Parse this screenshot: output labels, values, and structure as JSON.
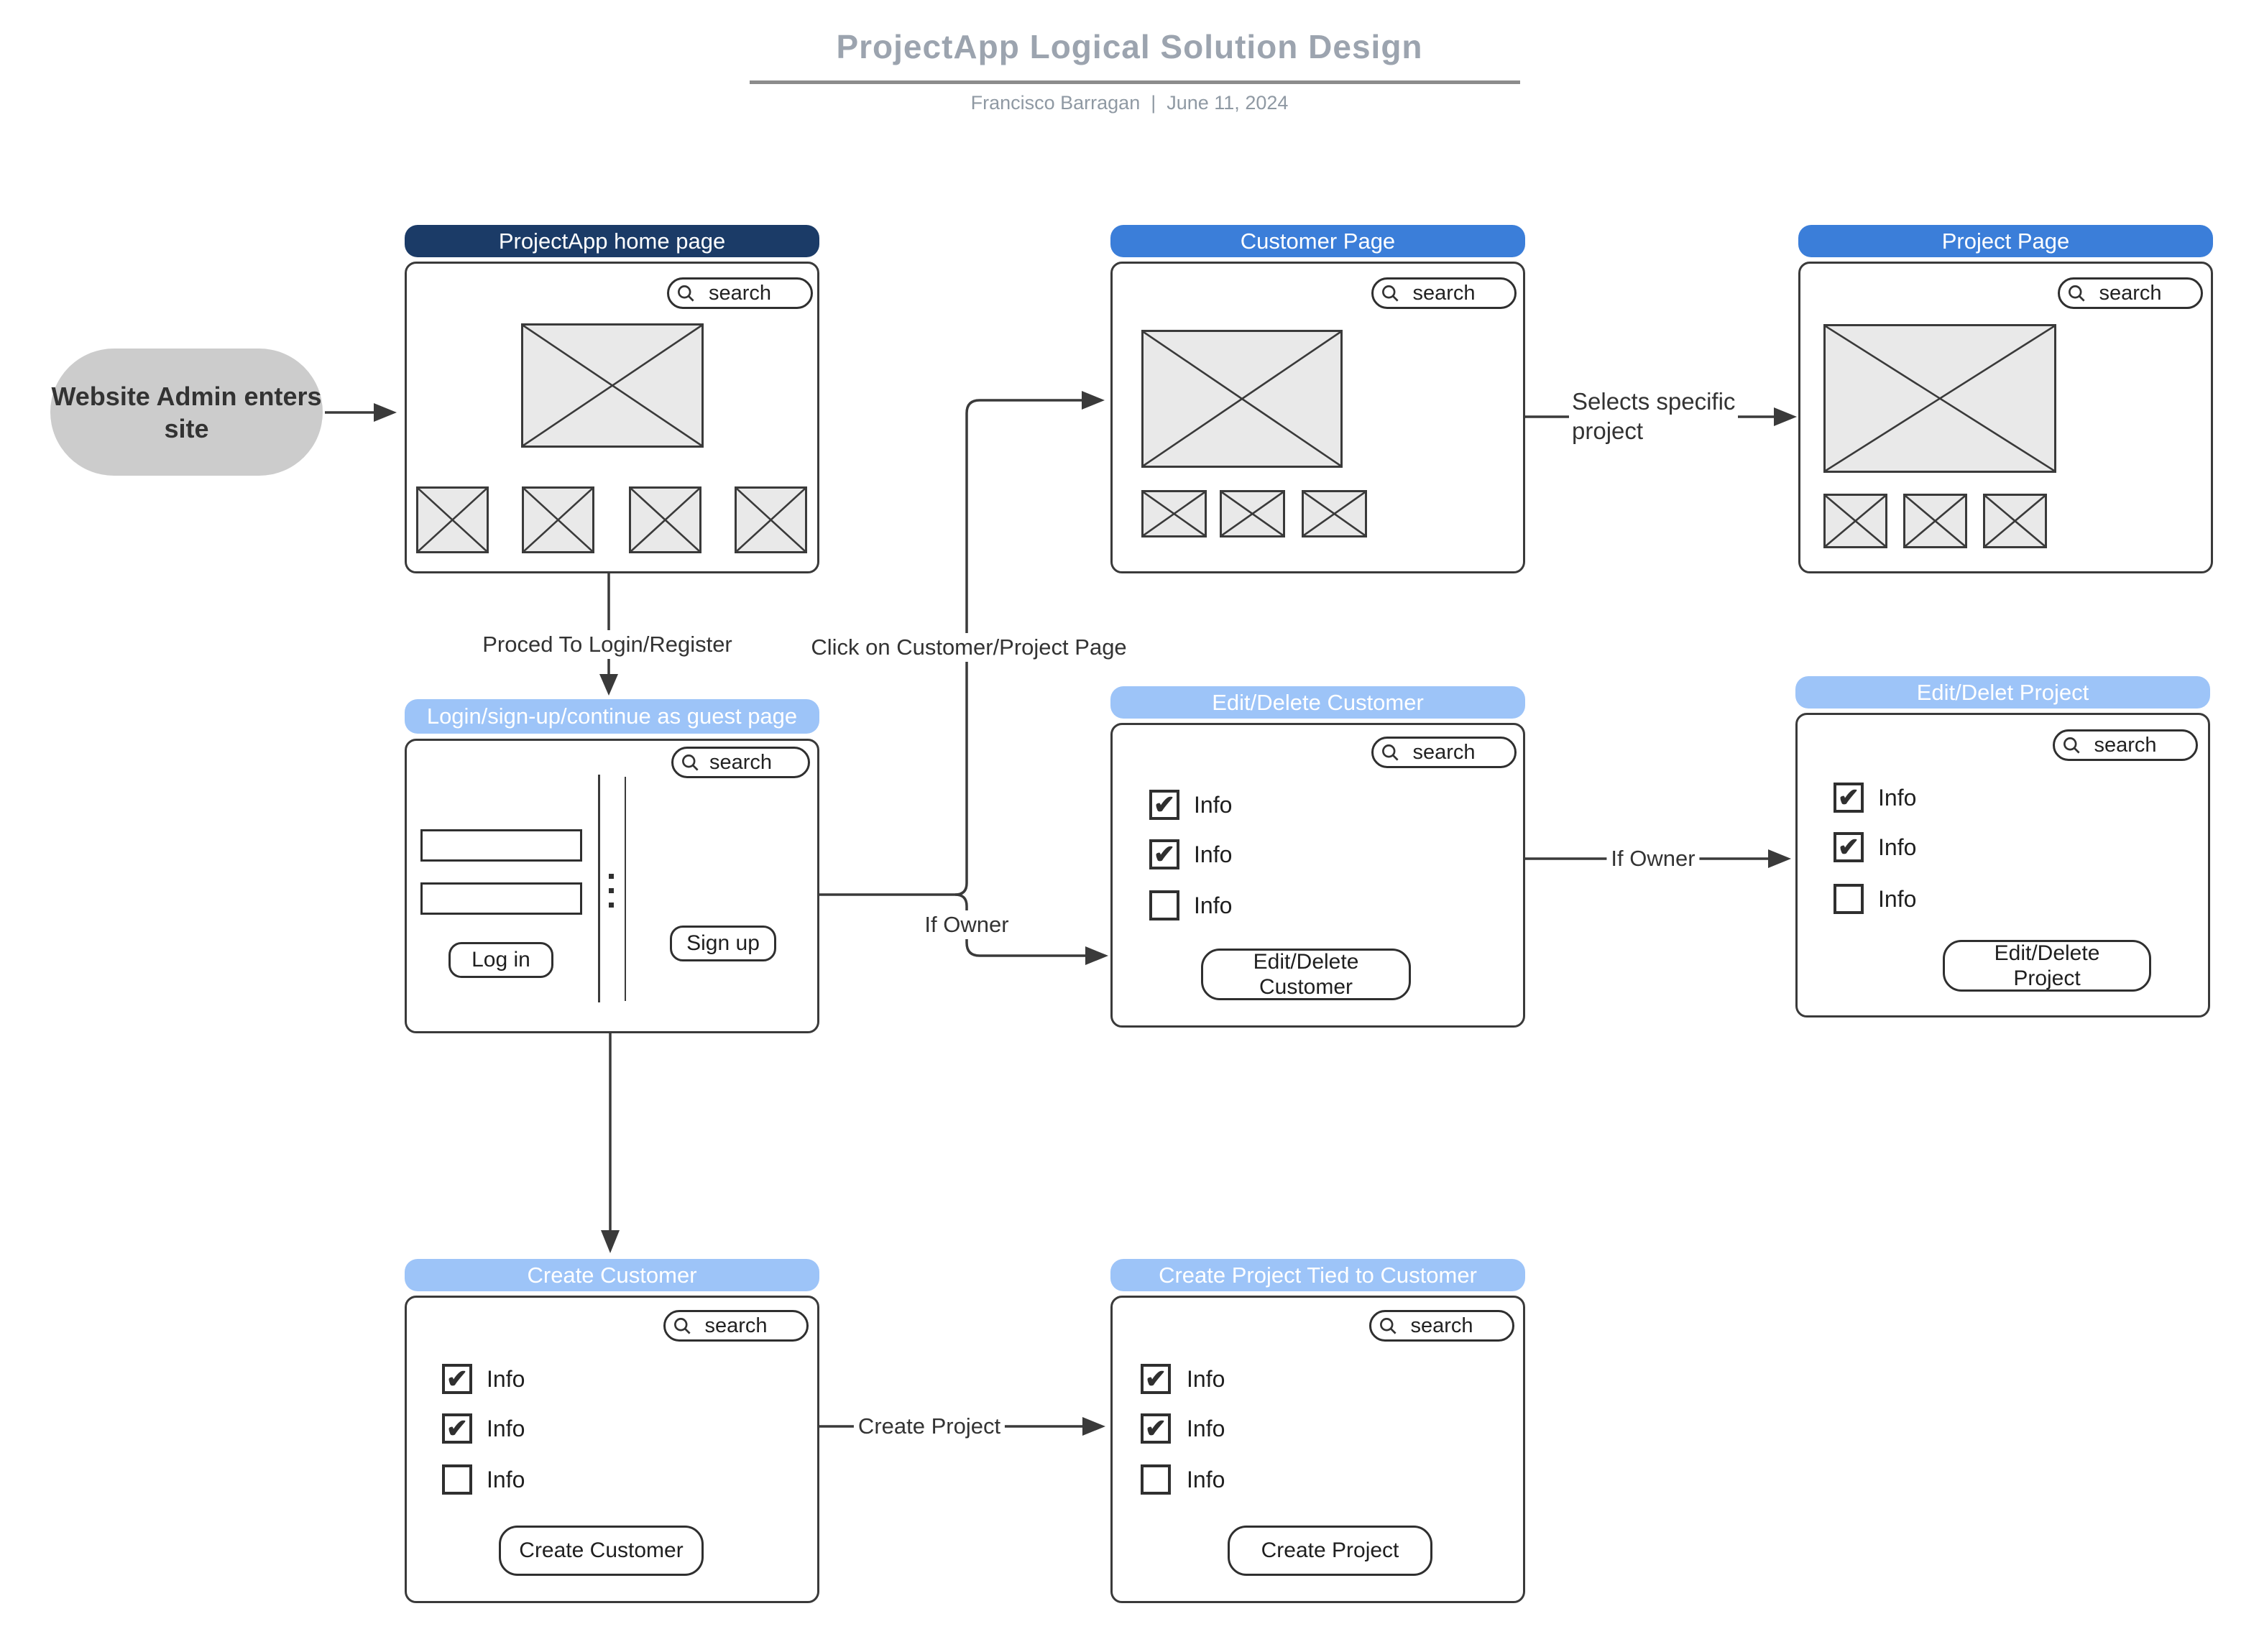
{
  "title": {
    "text": "ProjectApp Logical Solution Design",
    "byline": "Francisco Barragan  |  June 11, 2024"
  },
  "colors": {
    "header_dark_navy": "#1B3B67",
    "header_blue": "#3B7ED9",
    "header_light_blue": "#9DC4F8",
    "line": "#3A3A3A",
    "placeholder_fill": "#E9E9E9",
    "start_node_fill": "#CCCCCC",
    "title_text": "#9CA4AF"
  },
  "start_node": {
    "label": "Website Admin enters\nsite"
  },
  "modules": {
    "home": {
      "header": "ProjectApp home page",
      "search_placeholder": "search"
    },
    "customer": {
      "header": "Customer Page",
      "search_placeholder": "search"
    },
    "project": {
      "header": "Project Page",
      "search_placeholder": "search"
    },
    "login": {
      "header": "Login/sign-up/continue as guest page",
      "search_placeholder": "search",
      "login_button": "Log in",
      "signup_button": "Sign up"
    },
    "edit_customer": {
      "header": "Edit/Delete Customer",
      "search_placeholder": "search",
      "rows": [
        {
          "mark": "✔",
          "label": "Info"
        },
        {
          "mark": "✔",
          "label": "Info"
        },
        {
          "mark": "",
          "label": "Info"
        }
      ],
      "button": "Edit/Delete\nCustomer"
    },
    "edit_project": {
      "header": "Edit/Delet Project",
      "search_placeholder": "search",
      "rows": [
        {
          "mark": "✔",
          "label": "Info"
        },
        {
          "mark": "✔",
          "label": "Info"
        },
        {
          "mark": "",
          "label": "Info"
        }
      ],
      "button": "Edit/Delete\nProject"
    },
    "create_customer": {
      "header": "Create Customer",
      "search_placeholder": "search",
      "rows": [
        {
          "mark": "✔",
          "label": "Info"
        },
        {
          "mark": "✔",
          "label": "Info"
        },
        {
          "mark": "",
          "label": "Info"
        }
      ],
      "button": "Create Customer"
    },
    "create_project": {
      "header": "Create Project Tied to Customer",
      "search_placeholder": "search",
      "rows": [
        {
          "mark": "✔",
          "label": "Info"
        },
        {
          "mark": "✔",
          "label": "Info"
        },
        {
          "mark": "",
          "label": "Info"
        }
      ],
      "button": "Create Project"
    }
  },
  "edges": {
    "proceed_login": "Proced To Login/Register",
    "click_customer_project": "Click on Customer/Project Page",
    "if_owner_left": "If Owner",
    "if_owner_right": "If Owner",
    "selects_project": "Selects specific\nproject",
    "create_project": "Create Project"
  }
}
